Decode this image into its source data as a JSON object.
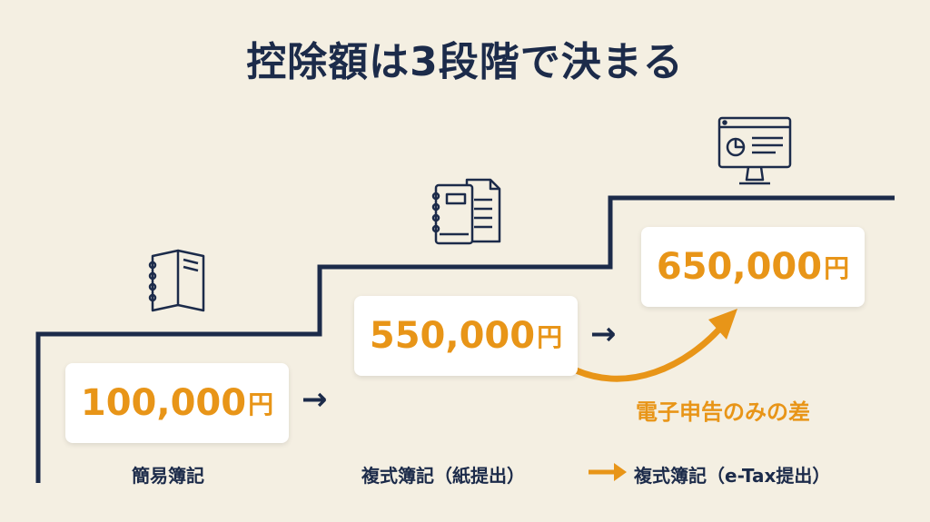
{
  "title": "控除額は3段階で決まる",
  "steps": [
    {
      "amount": "100,000",
      "unit": "円",
      "label": "簡易簿記",
      "icon": "notebook-icon"
    },
    {
      "amount": "550,000",
      "unit": "円",
      "label": "複式簿記（紙提出）",
      "icon": "ledger-documents-icon"
    },
    {
      "amount": "650,000",
      "unit": "円",
      "label": "複式簿記（e-Tax提出）",
      "icon": "computer-monitor-icon"
    }
  ],
  "difference_label": "電子申告のみの差",
  "colors": {
    "background": "#f4efe2",
    "navy": "#1c2b4a",
    "accent": "#e89518",
    "card": "#ffffff"
  }
}
